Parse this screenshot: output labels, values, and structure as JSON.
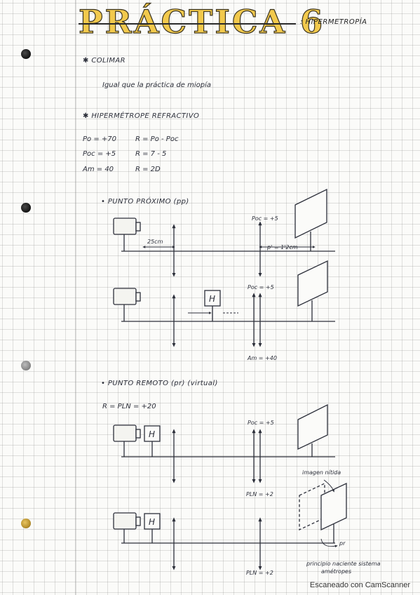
{
  "title": "PRÁCTICA 6",
  "subtitle": ": HIPERMETROPÍA",
  "sections": {
    "colimar": {
      "heading": "✱ COLIMAR",
      "note": "Igual que la práctica de miopía"
    },
    "hipermetrope": {
      "heading": "✱ HIPERMÉTROPE REFRACTIVO",
      "eq_left": [
        "Po = +70",
        "Poc = +5",
        "Am = 40"
      ],
      "eq_right": [
        "R = Po - Poc",
        "R = 7 - 5",
        "R = 2D"
      ]
    },
    "punto_proximo": {
      "heading": "• PUNTO PRÓXIMO (pp)",
      "poc1": "Poc = +5",
      "dist": "25cm",
      "pprime": "p' = 1'2cm",
      "poc2": "Poc = +5",
      "lens_label": "H",
      "am": "Am = +40"
    },
    "punto_remoto": {
      "heading": "• PUNTO REMOTO (pr) (virtual)",
      "equation": "R = PLN = +20",
      "poc": "Poc = +5",
      "lens1": "H",
      "pln1": "PLN = +2",
      "imagen": "imagen nítida",
      "lens2": "H",
      "pr": "pr",
      "principio": "principio naciente sistema",
      "ametropes": "amétropes",
      "pln2": "PLN = +2"
    }
  },
  "footer": "Escaneado con CamScanner"
}
